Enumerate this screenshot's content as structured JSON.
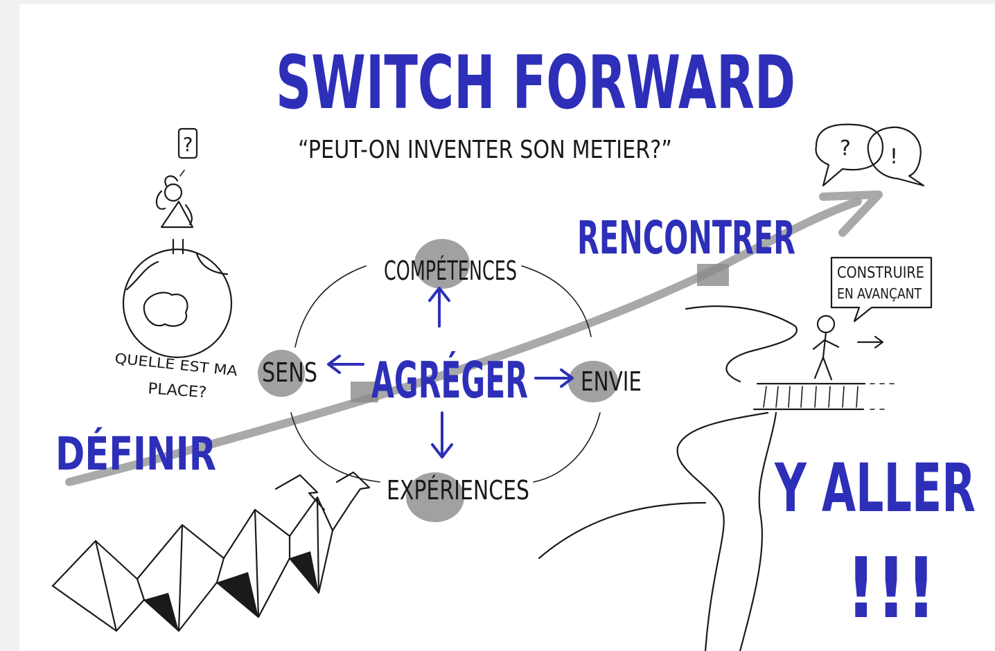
{
  "title": "SWITCH FORWARD",
  "subtitle": "“PEUT-ON INVENTER SON METIER?”",
  "stages": {
    "definir": "DÉFINIR",
    "agreger": "AGRÉGER",
    "rencontrer": "RENCONTRER",
    "y_aller": "Y ALLER",
    "exclaim": "!!!"
  },
  "cycle": {
    "competences": "COMPÉTENCES",
    "sens": "SENS",
    "envie": "ENVIE",
    "experiences": "EXPÉRIENCES"
  },
  "globe_caption": {
    "line1": "QUELLE EST MA",
    "line2": "PLACE?"
  },
  "thought_bubble": "?",
  "speech_bubbles": {
    "left": "?",
    "right": "!"
  },
  "walker_bubble": {
    "line1": "CONSTRUIRE",
    "line2": "EN AVANÇANT"
  },
  "colors": {
    "accent_blue": "#2d2fb8",
    "ink": "#1a1a1a",
    "marker_grey": "#8a8a8a",
    "page": "#ffffff",
    "frame": "#f1f1f1"
  }
}
